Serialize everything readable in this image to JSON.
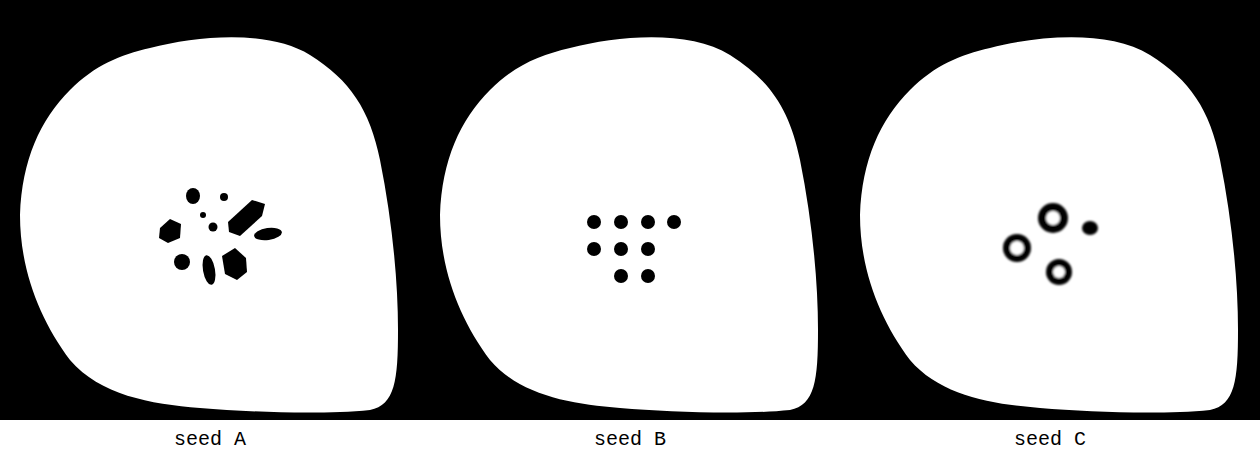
{
  "diagram": {
    "labels": [
      "seed A",
      "seed B",
      "seed C"
    ]
  }
}
